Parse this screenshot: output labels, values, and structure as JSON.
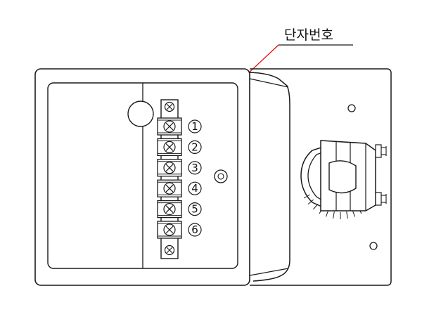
{
  "callout": {
    "label": "단자번호"
  },
  "terminals": [
    {
      "number": "1"
    },
    {
      "number": "2"
    },
    {
      "number": "3"
    },
    {
      "number": "4"
    },
    {
      "number": "5"
    },
    {
      "number": "6"
    }
  ],
  "colors": {
    "line": "#1a1a1a",
    "callout_arrow": "#e00000",
    "background": "#ffffff"
  }
}
